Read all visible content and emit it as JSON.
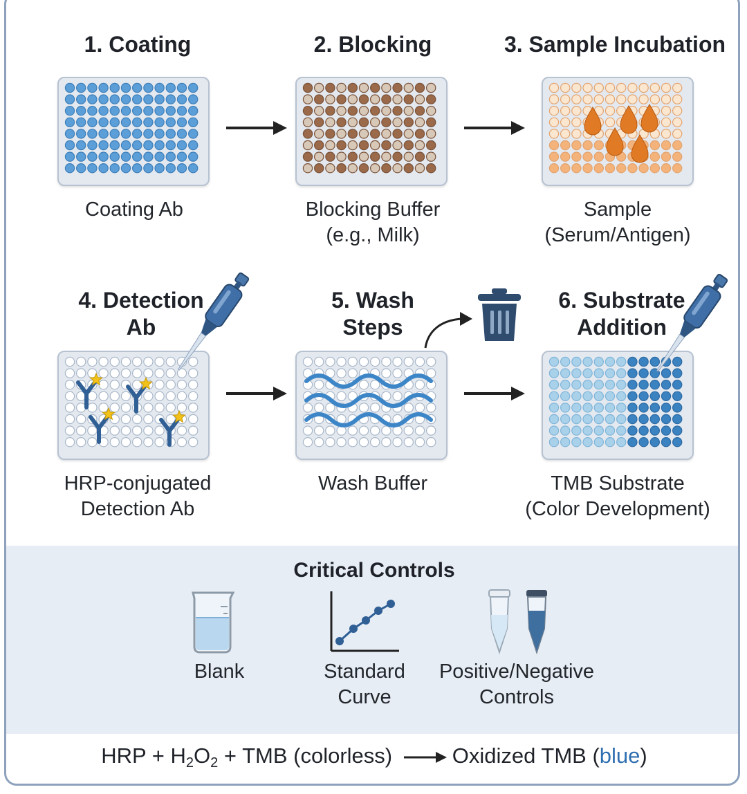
{
  "steps": [
    {
      "title_line1": "1. Coating",
      "title_line2": "",
      "label_line1": "Coating Ab",
      "label_line2": ""
    },
    {
      "title_line1": "2. Blocking",
      "title_line2": "",
      "label_line1": "Blocking Buffer",
      "label_line2": "(e.g., Milk)"
    },
    {
      "title_line1": "3. Sample Incubation",
      "title_line2": "",
      "label_line1": "Sample",
      "label_line2": "(Serum/Antigen)"
    },
    {
      "title_line1": "4. Detection",
      "title_line2": "Ab",
      "label_line1": "HRP-conjugated",
      "label_line2": "Detection Ab"
    },
    {
      "title_line1": "5. Wash",
      "title_line2": "Steps",
      "label_line1": "Wash Buffer",
      "label_line2": ""
    },
    {
      "title_line1": "6. Substrate",
      "title_line2": "Addition",
      "label_line1": "TMB Substrate",
      "label_line2": "(Color Development)"
    }
  ],
  "controls": {
    "heading": "Critical Controls",
    "items": [
      {
        "label_line1": "Blank",
        "label_line2": "",
        "icon": "beaker-icon"
      },
      {
        "label_line1": "Standard",
        "label_line2": "Curve",
        "icon": "standard-curve-icon"
      },
      {
        "label_line1": "Positive/Negative",
        "label_line2": "Controls",
        "icon": "tubes-icon"
      }
    ]
  },
  "formula": {
    "hrp": "HRP",
    "plus1": "+",
    "h": "H",
    "sub1": "2",
    "o": "O",
    "sub2": "2",
    "plus2": "+",
    "tmb": "TMB (colorless)",
    "product_prefix": "Oxidized TMB (",
    "product_color": "blue",
    "product_suffix": ")"
  },
  "colors": {
    "coating_well": "#5b9ed8",
    "blocking_well": "#9a6a4a",
    "sample_well": "#f4b37a",
    "empty_well": "#ffffff",
    "substrate_light": "#a9d2ea",
    "substrate_dark": "#3b82c0",
    "antibody": "#2f5f95",
    "star": "#f2c21b",
    "drop": "#e07a24",
    "arrow": "#222222",
    "wave": "#3c86c8"
  }
}
